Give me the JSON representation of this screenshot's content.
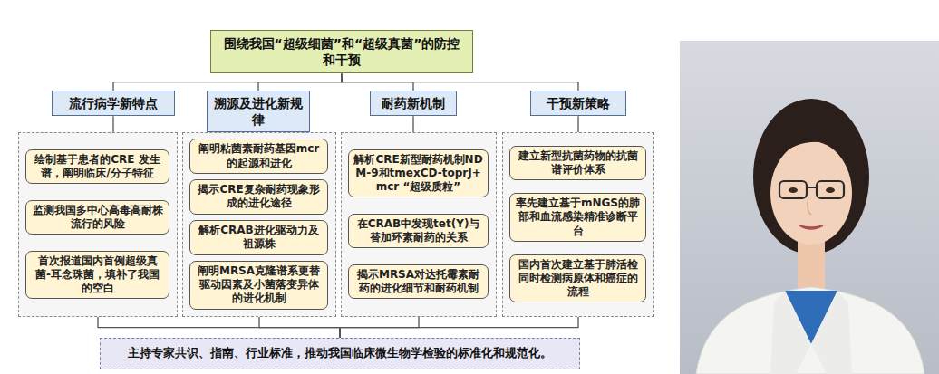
{
  "diagram": {
    "title": "围绕我国“超级细菌”和“超级真菌”的防控和干预",
    "nodes": [
      {
        "text": [
          "围绕我国“超级细菌”和“超级真菌”的防控和干预"
        ]
      },
      {
        "text": [
          "流行病学新特点"
        ]
      },
      {
        "text": [
          "溯源及进化新规律"
        ]
      },
      {
        "text": [
          "耐药新机制"
        ]
      },
      {
        "text": [
          "干预新策略"
        ]
      },
      {
        "text": []
      },
      {
        "text": [
          "绘制基于患者的CRE 发生谱，阐明临床/分子特征"
        ],
        "in": 5
      },
      {
        "text": [
          "监测我国多中心高毒高耐株流行的风险"
        ],
        "in": 5
      },
      {
        "text": [
          "首次报道国内首例超级真菌-耳念珠菌，填补了我国的空白"
        ],
        "in": 5
      },
      {
        "text": []
      },
      {
        "text": [
          "阐明粘菌素耐药基因mcr的起源和进化"
        ],
        "in": 9
      },
      {
        "text": [
          "揭示CRE复杂耐药现象形成的进化途径"
        ],
        "in": 9
      },
      {
        "text": [
          "解析CRAB进化驱动力及祖源株"
        ],
        "in": 9
      },
      {
        "text": [
          "阐明MRSA克隆谱系更替驱动因素及小菌落变异体的进化机制"
        ],
        "in": 9
      },
      {
        "text": []
      },
      {
        "text": [
          "解析CRE新型耐药机制NDM-9和tmexCD-toprJ+mcr “超级质粒”"
        ],
        "in": 14
      },
      {
        "text": [
          "在CRAB中发现tet(Y)与替加环素耐药的关系"
        ],
        "in": 14
      },
      {
        "text": [
          "揭示MRSA对达托霉素耐药的进化细节和耐药机制"
        ],
        "in": 14
      },
      {
        "text": []
      },
      {
        "text": [
          "建立新型抗菌药物的抗菌谱评价体系"
        ],
        "in": 18
      },
      {
        "text": [
          "率先建立基于mNGS的肺部和血流感染精准诊断平台"
        ],
        "in": 18
      },
      {
        "text": [
          "国内首次建立基于肺活检同时检测病原体和癌症的流程"
        ],
        "in": 18
      },
      {
        "text": [
          "主持专家共识、指南、行业标准，推动我国临床微生物学检验的标准化和规范化。"
        ]
      }
    ],
    "edges": [
      {
        "from": 0,
        "to": 1,
        "arrow": "none"
      },
      {
        "from": 0,
        "to": 2,
        "arrow": "none"
      },
      {
        "from": 0,
        "to": 3,
        "arrow": "none"
      },
      {
        "from": 0,
        "to": 4,
        "arrow": "none"
      },
      {
        "from": 1,
        "to": 5,
        "arrow": "none"
      },
      {
        "from": 2,
        "to": 9,
        "arrow": "none"
      },
      {
        "from": 3,
        "to": 14,
        "arrow": "none"
      },
      {
        "from": 4,
        "to": 18,
        "arrow": "none"
      },
      {
        "from": 5,
        "to": 22,
        "arrow": "none"
      },
      {
        "from": 9,
        "to": 22,
        "arrow": "none"
      },
      {
        "from": 14,
        "to": 22,
        "arrow": "none"
      },
      {
        "from": 18,
        "to": 22,
        "arrow": "none"
      }
    ]
  }
}
